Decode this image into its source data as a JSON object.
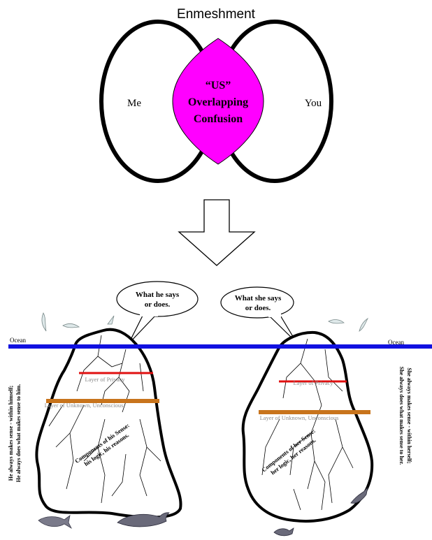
{
  "title": "Enmeshment",
  "venn": {
    "left_label": "Me",
    "right_label": "You",
    "overlap_lines": [
      "“US”",
      "Overlapping",
      "Confusion"
    ],
    "overlap_color": "#ff00ff"
  },
  "ocean": {
    "left_label": "Ocean",
    "right_label": "Ocean",
    "line_color": "#1010e0"
  },
  "bubbles": {
    "left": [
      "What he says",
      "or does."
    ],
    "right": [
      "What she says",
      "or does."
    ]
  },
  "icebergs": {
    "left": {
      "privacy_layer": "Layer of Privacy",
      "unconscious_layer": "Layer of Unknown, Unconscious",
      "components": [
        "Components of his Sense:",
        "his logic, his reasons."
      ],
      "side_note": [
        "He always makes sense - within himself;",
        "He always does what makes sense to him."
      ]
    },
    "right": {
      "privacy_layer": "Layer of Privacy",
      "unconscious_layer": "Layer of Unknown, Unconscious",
      "components": [
        "Components of her Sense:",
        "her logic, her reasons."
      ],
      "side_note": [
        "She always makes sense - within herself;",
        "She always does what makes sense to her."
      ]
    }
  },
  "colors": {
    "privacy_line": "#e01010",
    "unconscious_line": "#c8741c"
  }
}
